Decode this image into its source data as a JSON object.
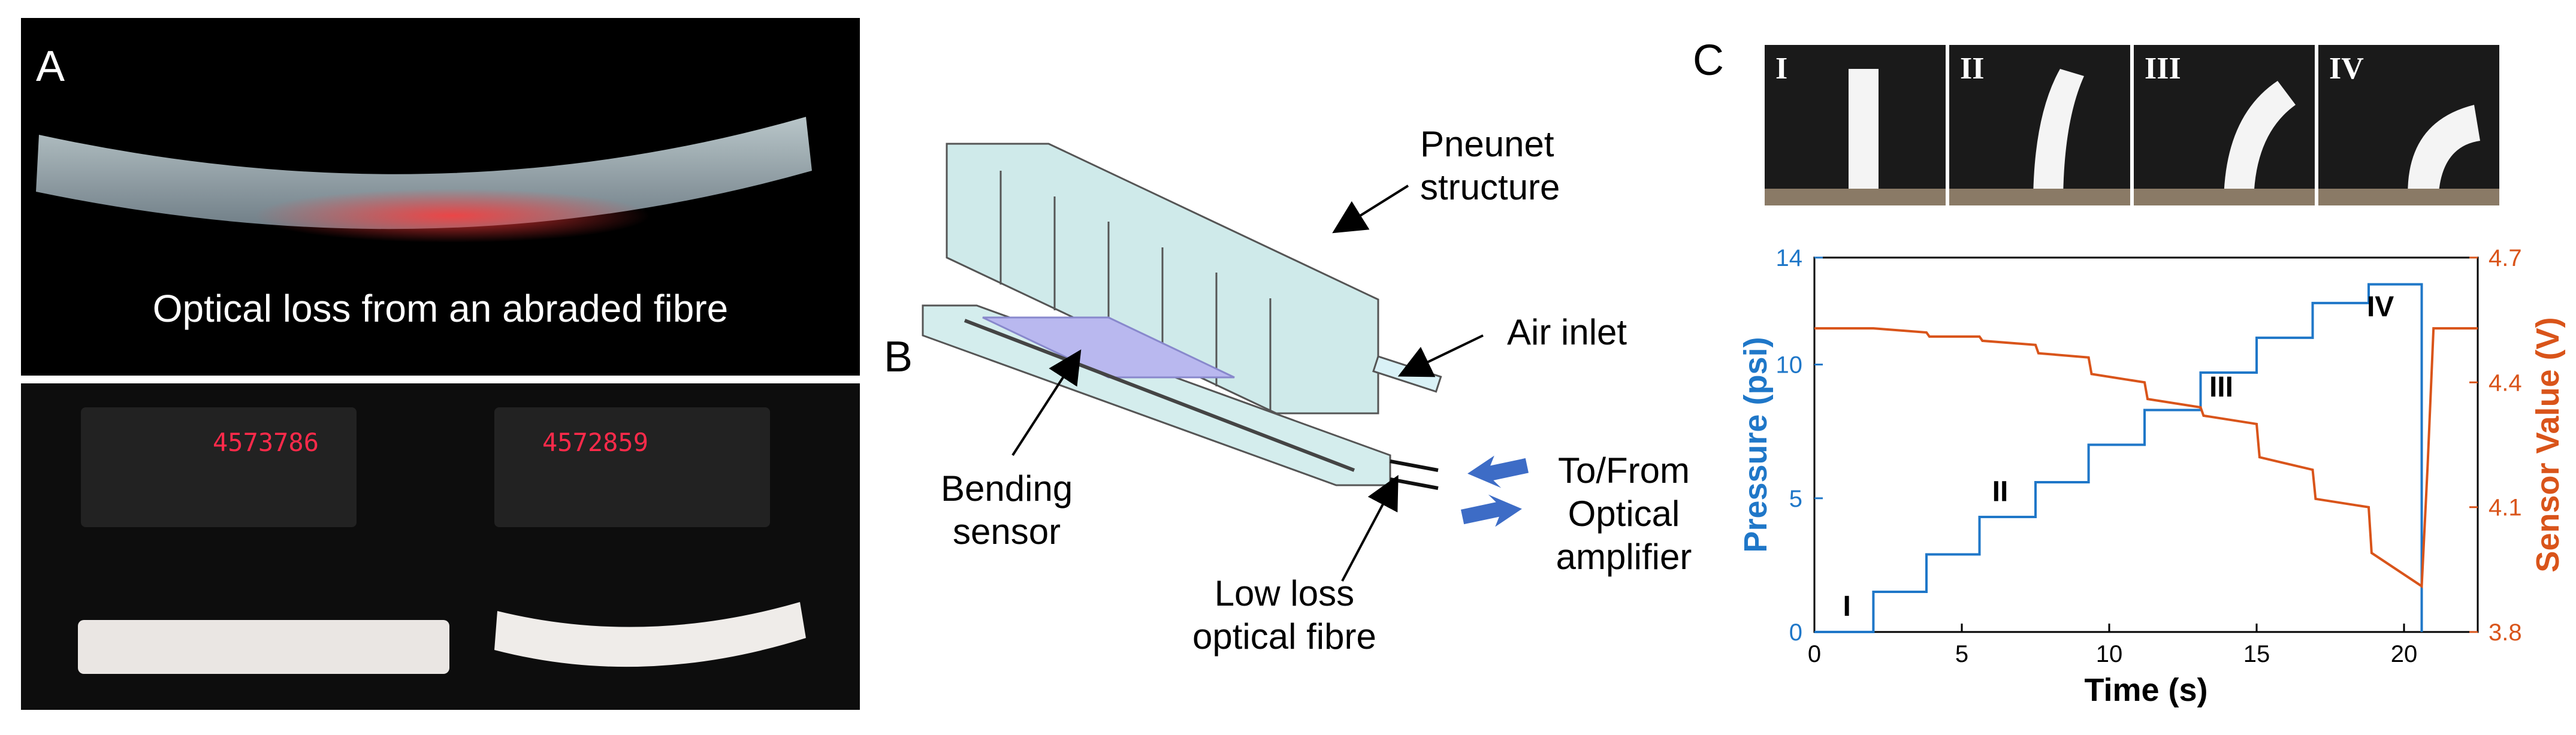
{
  "panel_labels": {
    "a": "A",
    "b": "B",
    "c": "C"
  },
  "panelA": {
    "caption": "Optical loss from an abraded fibre",
    "meter_left": "4573786",
    "meter_right": "4572859"
  },
  "panelB": {
    "pneunet": [
      "Pneunet",
      "structure"
    ],
    "air_inlet": "Air inlet",
    "bending": [
      "Bending",
      "sensor"
    ],
    "tofrom": [
      "To/From",
      "Optical",
      "amplifier"
    ],
    "lowloss": [
      "Low loss",
      "optical fibre"
    ]
  },
  "panelC": {
    "photo_labels": [
      "I",
      "II",
      "III",
      "IV"
    ],
    "stage_labels": [
      "I",
      "II",
      "III",
      "IV"
    ]
  },
  "colors": {
    "pressure": "#1f77c8",
    "sensor": "#d9541a"
  },
  "chart_data": {
    "type": "line",
    "xlabel": "Time (s)",
    "ylabel_left": "Pressure (psi)",
    "ylabel_right": "Sensor Value (V)",
    "xlim": [
      0,
      22.5
    ],
    "ylim_left": [
      0,
      14
    ],
    "ylim_right": [
      3.8,
      4.7
    ],
    "xticks": [
      0,
      5,
      10,
      15,
      20
    ],
    "yticks_left": [
      0,
      5,
      10,
      14
    ],
    "yticks_right": [
      3.8,
      4.1,
      4.4,
      4.7
    ],
    "series": [
      {
        "axis": "left",
        "x": [
          0,
          2,
          2,
          3.8,
          3.8,
          5.6,
          5.6,
          7.5,
          7.5,
          9.3,
          9.3,
          11.2,
          11.2,
          13.1,
          13.1,
          15.0,
          15.0,
          16.9,
          16.9,
          18.8,
          18.8,
          20.6,
          20.6
        ],
        "y": [
          0,
          0,
          1.5,
          1.5,
          2.9,
          2.9,
          4.3,
          4.3,
          5.6,
          5.6,
          7.0,
          7.0,
          8.3,
          8.3,
          9.7,
          9.7,
          11.0,
          11.0,
          12.3,
          12.3,
          13.0,
          13.0,
          0
        ]
      },
      {
        "axis": "right",
        "x": [
          0,
          2,
          3.8,
          3.9,
          5.6,
          5.7,
          7.5,
          7.6,
          9.3,
          9.4,
          11.2,
          11.3,
          13.1,
          13.2,
          15.0,
          15.1,
          16.9,
          17.0,
          18.8,
          18.9,
          20.6,
          20.8,
          21.0,
          22.5
        ],
        "y": [
          4.53,
          4.53,
          4.52,
          4.51,
          4.51,
          4.5,
          4.49,
          4.47,
          4.46,
          4.42,
          4.4,
          4.36,
          4.34,
          4.32,
          4.3,
          4.22,
          4.19,
          4.12,
          4.1,
          3.99,
          3.91,
          4.2,
          4.53,
          4.53
        ]
      }
    ]
  }
}
